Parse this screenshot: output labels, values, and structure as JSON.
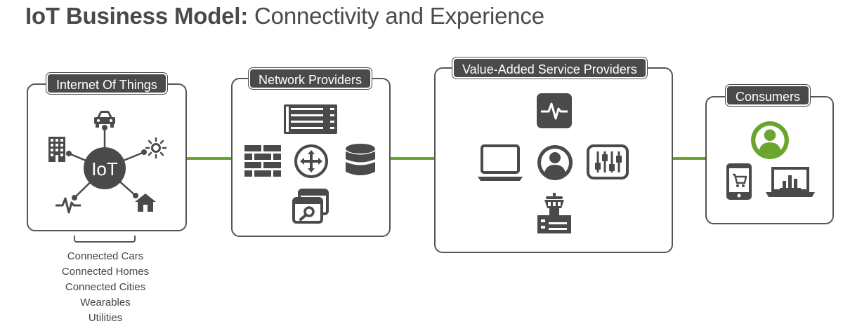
{
  "title": {
    "bold": "IoT Business Model:",
    "regular": " Connectivity and Experience"
  },
  "panels": {
    "iot": {
      "label": "Internet Of Things",
      "hub": "IoT"
    },
    "network": {
      "label": "Network Providers"
    },
    "vas": {
      "label": "Value-Added Service Providers"
    },
    "consumers": {
      "label": "Consumers"
    }
  },
  "iot_list": [
    "Connected Cars",
    "Connected Homes",
    "Connected Cities",
    "Wearables",
    "Utilities"
  ],
  "colors": {
    "accent": "#6aa52e",
    "dark": "#4a4a4a",
    "outline": "#555555"
  },
  "icons": {
    "iot": [
      "car-icon",
      "building-icon",
      "sun-icon",
      "heartbeat-icon",
      "house-icon"
    ],
    "network": [
      "server-rack-icon",
      "firewall-icon",
      "router-icon",
      "database-icon",
      "search-window-icon"
    ],
    "vas": [
      "activity-monitor-icon",
      "laptop-icon",
      "user-circle-icon",
      "sliders-icon",
      "control-tower-icon"
    ],
    "consumers": [
      "user-circle-icon",
      "mobile-cart-icon",
      "laptop-chart-icon"
    ]
  }
}
